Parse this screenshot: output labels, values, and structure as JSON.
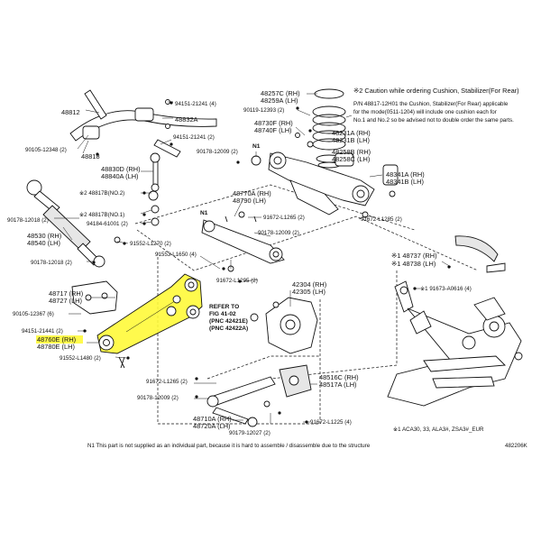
{
  "caution": {
    "title": "※2 Caution while ordering Cushion, Stabilizer(For Rear)",
    "line1": "P/N 48817-12H01 the Cushion, Stabilizer(For Rear) applicable",
    "line2": "for the mode(0511-1204) will include one cushion each for",
    "line3": "No.1 and No.2 so be advised not to double order the same parts."
  },
  "labels": {
    "p48812": "48812",
    "p94151_21241_a": "94151-21241 (4)",
    "p48832a": "48832A",
    "p94151_21241_b": "94151-21241 (2)",
    "p90105_12348": "90105-12348 (2)",
    "p48818": "48818",
    "p48830d": "48830D (RH)",
    "p48840a": "48840A (LH)",
    "p48817b_no2": "※2 48817B(NO.2)",
    "p48817b_no1": "※2 48817B(NO.1)",
    "p94184": "94184-61001 (2)",
    "p91552_l1270": "91552-L1270 (2)",
    "p90178_12018_a": "90178-12018 (2)",
    "p48530": "48530 (RH)",
    "p48540": "48540 (LH)",
    "p90178_12018_b": "90178-12018 (2)",
    "p48257c": "48257C (RH)",
    "p48259a": "48259A (LH)",
    "p90119_12393": "90119-12393 (2)",
    "p48730f": "48730F (RH)",
    "p48740f": "48740F (LH)",
    "p90178_12009_a": "90178-12009 (2)",
    "n1_a": "N1",
    "p48231a": "48231A (RH)",
    "p48231b": "48231B (LH)",
    "p48258b": "48258B (RH)",
    "p48258c": "48258C (LH)",
    "p48341a": "48341A (RH)",
    "p48341b": "48341B (LH)",
    "p48770a": "48770A (RH)",
    "p48790": "48790 (LH)",
    "n1_b": "N1",
    "p91672_l1265_a": "91672-L1265 (2)",
    "p91672_l1285": "91672-L1285 (2)",
    "p90178_12009_b": "90178-12009 (2)",
    "p91553_l1650": "91553-L1650 (4)",
    "p91672_l1295": "91672-L1295 (2)",
    "p48737": "※1 48737 (RH)",
    "p48738": "※1 48738 (LH)",
    "p91673_a0616": "※1 91673-A0616 (4)",
    "p48717": "48717 (RH)",
    "p48727": "48727 (LH)",
    "p90105_12367": "90105-12367 (6)",
    "p94151_21441": "94151-21441 (2)",
    "p48760e": "48760E (RH)",
    "p48780e": "48780E (LH)",
    "p91552_l1480": "91552-L1480 (2)",
    "p42304": "42304 (RH)",
    "p42305": "42305 (LH)",
    "refer1": "REFER TO",
    "refer2": "FIG 41-02",
    "refer3": "(PNC 42421E)",
    "refer4": "(PNC 42422A)",
    "p48516c": "48516C (RH)",
    "p48517a": "48517A (LH)",
    "p91672_l1265_b": "91672-L1265 (2)",
    "p90178_12009_c": "90178-12009 (2)",
    "p48710a": "48710A (RH)",
    "p48720a": "48720A (LH)",
    "p90179_12027": "90179-12027 (2)",
    "p91672_l1225": "91672-L1225 (4)",
    "model_note": "※1 ACA30, 33, ALA3#, ZSA3#_EUR"
  },
  "footer": {
    "note": "N1  This part is not supplied as an individual part, because it is hard to assemble / disassemble due to the structure",
    "code": "482206K"
  },
  "colors": {
    "highlight": "#fff93a",
    "line": "#111111",
    "background": "#ffffff"
  }
}
